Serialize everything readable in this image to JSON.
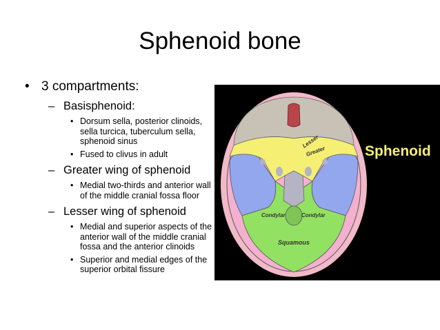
{
  "slide": {
    "title": "Sphenoid bone",
    "bullet": "3 compartments:",
    "sections": [
      {
        "heading": "Basisphenoid:",
        "items": [
          "Dorsum sella, posterior clinoids, sella turcica, tuberculum sella, sphenoid sinus",
          "Fused to clivus in adult"
        ]
      },
      {
        "heading": "Greater wing of sphenoid",
        "items": [
          "Medial two-thirds and anterior wall of the middle cranial fossa floor"
        ]
      },
      {
        "heading": "Lesser wing of sphenoid",
        "items": [
          "Medial and superior aspects of the anterior wall of the middle cranial fossa and the anterior clinoids",
          "Superior and medial edges of the superior orbital fissure"
        ]
      }
    ]
  },
  "figure": {
    "labels": {
      "main": "Sphenoid",
      "lesser": "Lesser",
      "greater": "Greater",
      "condylar_left": "Condylar",
      "condylar_right": "Condylar",
      "squamous": "Squamous"
    },
    "colors": {
      "background": "#000000",
      "outer_rim": "#f2b9c8",
      "frontal": "#c8c2b6",
      "sphenoid": "#f5ef73",
      "temporal": "#93a7ef",
      "parietal_sides": "#f4b0cf",
      "occipital": "#93e163",
      "petrous": "#b4b4c2",
      "crista": "#b8454c",
      "label_yellow": "#f5ef73"
    }
  }
}
